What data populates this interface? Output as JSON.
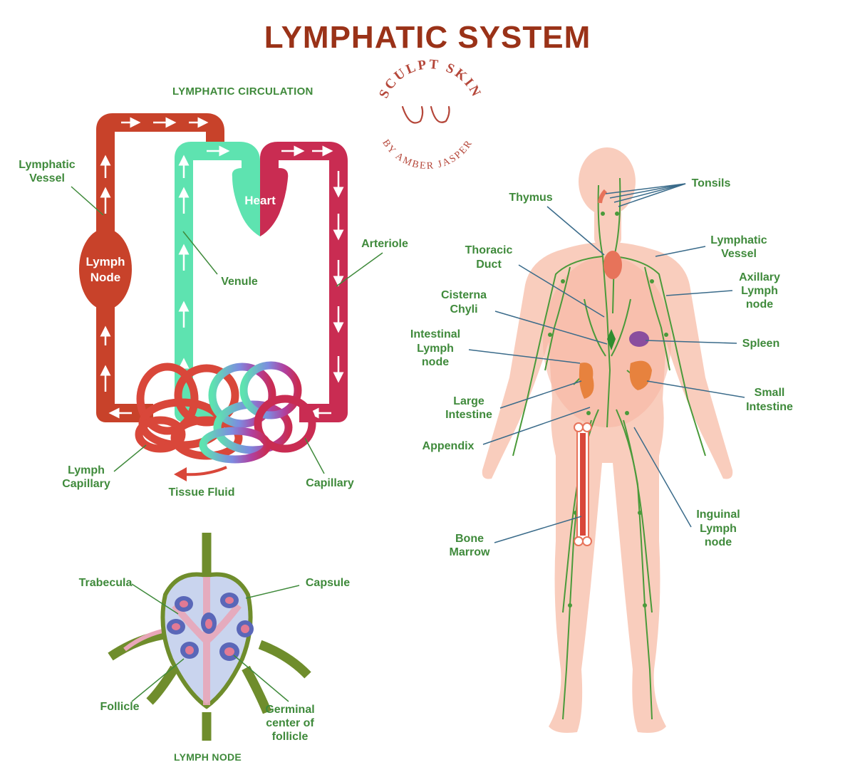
{
  "title": "LYMPHATIC SYSTEM",
  "logo": {
    "top": "SCULPT SKIN",
    "bottom": "BY AMBER JASPER"
  },
  "circulation": {
    "heading": "LYMPHATIC CIRCULATION",
    "heart": "Heart",
    "node": [
      "Lymph",
      "Node"
    ],
    "labels": {
      "lymphatic_vessel": [
        "Lymphatic",
        "Vessel"
      ],
      "venule": "Venule",
      "arteriole": "Arteriole",
      "lymph_capillary": [
        "Lymph",
        "Capillary"
      ],
      "tissue_fluid": "Tissue Fluid",
      "capillary": "Capillary"
    }
  },
  "lymph_node": {
    "heading": "LYMPH NODE",
    "labels": {
      "trabecula": "Trabecula",
      "capsule": "Capsule",
      "follicle": "Follicle",
      "germinal": [
        "Germinal",
        "center of",
        "follicle"
      ]
    }
  },
  "body": {
    "labels": {
      "tonsils": [
        "Tonsils"
      ],
      "thymus": [
        "Thymus"
      ],
      "lymphatic_vessel": [
        "Lymphatic",
        "Vessel"
      ],
      "thoracic_duct": [
        "Thoracic",
        "Duct"
      ],
      "axillary": [
        "Axillary",
        "Lymph",
        "node"
      ],
      "cisterna": [
        "Cisterna",
        "Chyli"
      ],
      "spleen": [
        "Spleen"
      ],
      "intestinal": [
        "Intestinal",
        "Lymph",
        "node"
      ],
      "small_intestine": [
        "Small",
        "Intestine"
      ],
      "large_intestine": [
        "Large",
        "Intestine"
      ],
      "appendix": [
        "Appendix"
      ],
      "inguinal": [
        "Inguinal",
        "Lymph",
        "node"
      ],
      "bone_marrow": [
        "Bone",
        "Marrow"
      ]
    }
  },
  "colors": {
    "title": "#9a3218",
    "label": "#3f8a3b",
    "lymph": "#c8422a",
    "venous": "#5ee3b0",
    "arterial": "#c92c52",
    "skin": "#f7c7b3",
    "lymph_green": "#4a9a3a"
  }
}
